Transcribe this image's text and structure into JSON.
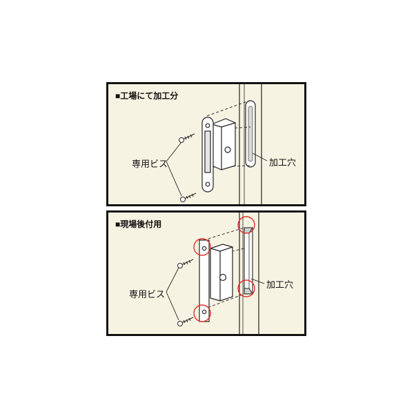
{
  "panels": [
    {
      "title": "■工場にて加工分",
      "screw_label": "専用ビス",
      "hole_label": "加工穴"
    },
    {
      "title": "■現場後付用",
      "screw_label": "専用ビス",
      "hole_label": "加工穴"
    }
  ],
  "colors": {
    "panel_background": "#f7f3e3",
    "border": "#111111",
    "highlight_circle": "#e0302a"
  }
}
